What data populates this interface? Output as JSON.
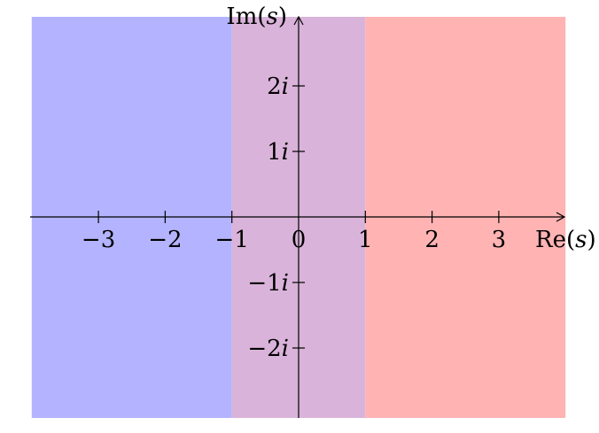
{
  "axes": {
    "x_label_prefix": "Re(",
    "x_label_var": "s",
    "x_label_suffix": ")",
    "y_label_prefix": "Im(",
    "y_label_var": "s",
    "y_label_suffix": ")"
  },
  "x_ticks": [
    {
      "value": -3,
      "label": "−3"
    },
    {
      "value": -2,
      "label": "−2"
    },
    {
      "value": -1,
      "label": "−1"
    },
    {
      "value": 0,
      "label": "0"
    },
    {
      "value": 1,
      "label": "1"
    },
    {
      "value": 2,
      "label": "2"
    },
    {
      "value": 3,
      "label": "3"
    }
  ],
  "y_ticks": [
    {
      "value": 2,
      "num": "2",
      "unit": "i"
    },
    {
      "value": 1,
      "num": "1",
      "unit": "i"
    },
    {
      "value": -1,
      "num": "−1",
      "unit": "i"
    },
    {
      "value": -2,
      "num": "−2",
      "unit": "i"
    }
  ],
  "regions": [
    {
      "name": "left-half-plane",
      "x_from": -4,
      "x_to": -1,
      "color": "#b3b3ff"
    },
    {
      "name": "strip",
      "x_from": -1,
      "x_to": 1,
      "color": "#d9b3d9"
    },
    {
      "name": "right-half-plane",
      "x_from": 1,
      "x_to": 4,
      "color": "#ffb3b3"
    }
  ],
  "colors": {
    "axis": "#000000",
    "left": "#b3b3ff",
    "strip": "#d9b3d9",
    "right": "#ffb3b3"
  }
}
